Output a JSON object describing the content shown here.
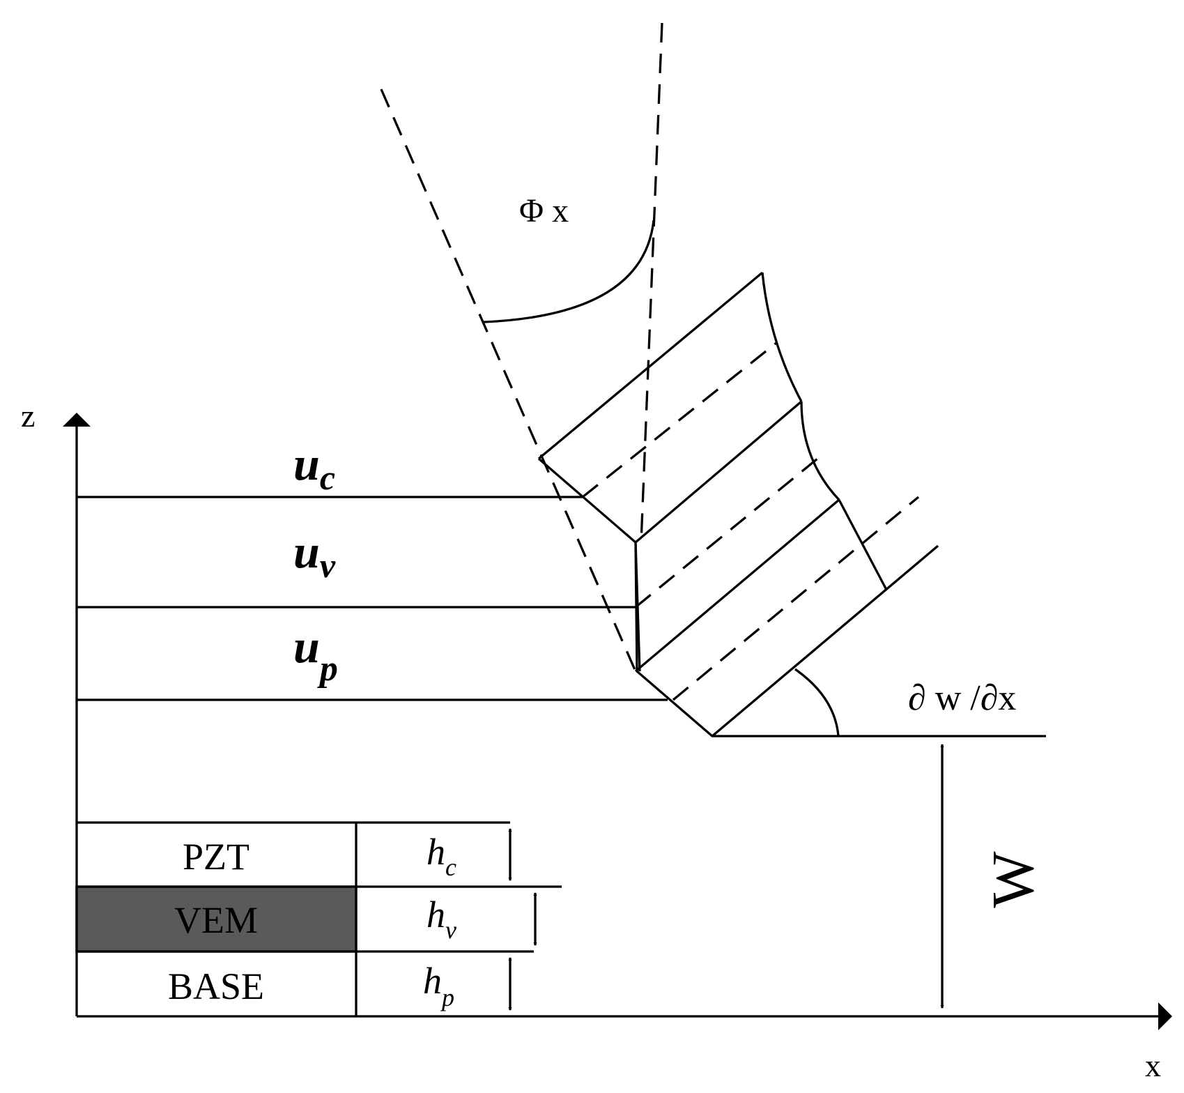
{
  "axes": {
    "z_label": "z",
    "x_label": "x"
  },
  "angles": {
    "phi": "Φ x",
    "slope": "∂ w /∂x"
  },
  "displacements": {
    "uc": "u",
    "uc_sub": "c",
    "uv": "u",
    "uv_sub": "v",
    "up": "u",
    "up_sub": "p"
  },
  "layers": {
    "pzt": "PZT",
    "vem": "VEM",
    "base": "BASE",
    "hc": "h",
    "hc_sub": "c",
    "hv": "h",
    "hv_sub": "v",
    "hp": "h",
    "hp_sub": "p"
  },
  "deflection": "W",
  "colors": {
    "line": "#000000",
    "vem_fill": "#5a5a5a",
    "background": "#ffffff"
  }
}
